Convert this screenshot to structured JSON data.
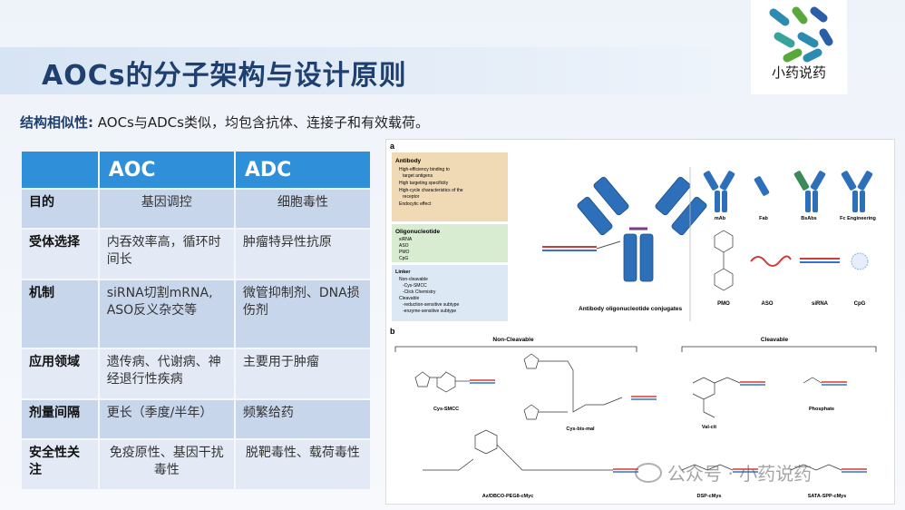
{
  "header": {
    "title": "AOCs的分子架构与设计原则",
    "logo_text": "小药说药"
  },
  "subtitle": {
    "lead": "结构相似性:",
    "text": " AOCs与ADCs类似，均包含抗体、连接子和有效载荷。"
  },
  "table": {
    "headers": [
      "",
      "AOC",
      "ADC"
    ],
    "rows": [
      {
        "label": "目的",
        "aoc": "基因调控",
        "adc": "细胞毒性"
      },
      {
        "label": "受体选择",
        "aoc": "内吞效率高，循环时间长",
        "adc": "肿瘤特异性抗原"
      },
      {
        "label": "机制",
        "aoc": "siRNA切割mRNA, ASO反义杂交等",
        "adc": "微管抑制剂、DNA损伤剂"
      },
      {
        "label": "应用领域",
        "aoc": "遗传病、代谢病、神经退行性疾病",
        "adc": "主要用于肿瘤"
      },
      {
        "label": "剂量间隔",
        "aoc": "更长（季度/半年）",
        "adc": "频繁给药"
      },
      {
        "label": "安全性关注",
        "aoc": "免疫原性、基因干扰毒性",
        "adc": "脱靶毒性、载荷毒性"
      }
    ]
  },
  "figure": {
    "panel_a": "a",
    "panel_b": "b",
    "antibody_box": {
      "title": "Antibody",
      "bullets": [
        "High-efficiency binding to",
        "target antigens",
        "High targeting specificity",
        "High-cycle characteristics of the",
        "receptor",
        "Endocytic effect"
      ]
    },
    "oligo_box": {
      "title": "Oligonucleotide",
      "bullets": [
        "siRNA",
        "ASO",
        "PMO",
        "CpG"
      ]
    },
    "linker_box": {
      "title": "Linker",
      "lines": [
        "Non-cleavable",
        "-Cys-SMCC",
        "-Click Chemistry",
        "Cleavable",
        "-reduction-sensitive subtype",
        "-enzyme-sensitive subtype"
      ]
    },
    "aoc_caption": "Antibody oligonucleotide conjugates",
    "formats": [
      "mAb",
      "Fab",
      "BsAbs",
      "Fc Engineering"
    ],
    "payloads": [
      "PMO",
      "ASO",
      "siRNA",
      "CpG"
    ],
    "non_cleavable_label": "Non-Cleavable",
    "cleavable_label": "Cleavable",
    "linkers": [
      "Cys-SMCC",
      "Cys-bis-mal",
      "Az/DBCO-PEG8-cMyc",
      "Val-cit",
      "Phosphate",
      "DSP-cMys",
      "SATA-SPP-cMys"
    ]
  },
  "watermark": {
    "text": "公众号 · 小药说药"
  },
  "colors": {
    "title": "#1f3f6e",
    "header_blue": "#2f8fd8",
    "row_dark": "#c8d6ec",
    "row_light": "#e3eaf5",
    "antibody_blue": "#2d6fb8",
    "box_tan": "#f0d9b5",
    "box_green": "#d8ecd2",
    "box_blue": "#dde8f5"
  }
}
